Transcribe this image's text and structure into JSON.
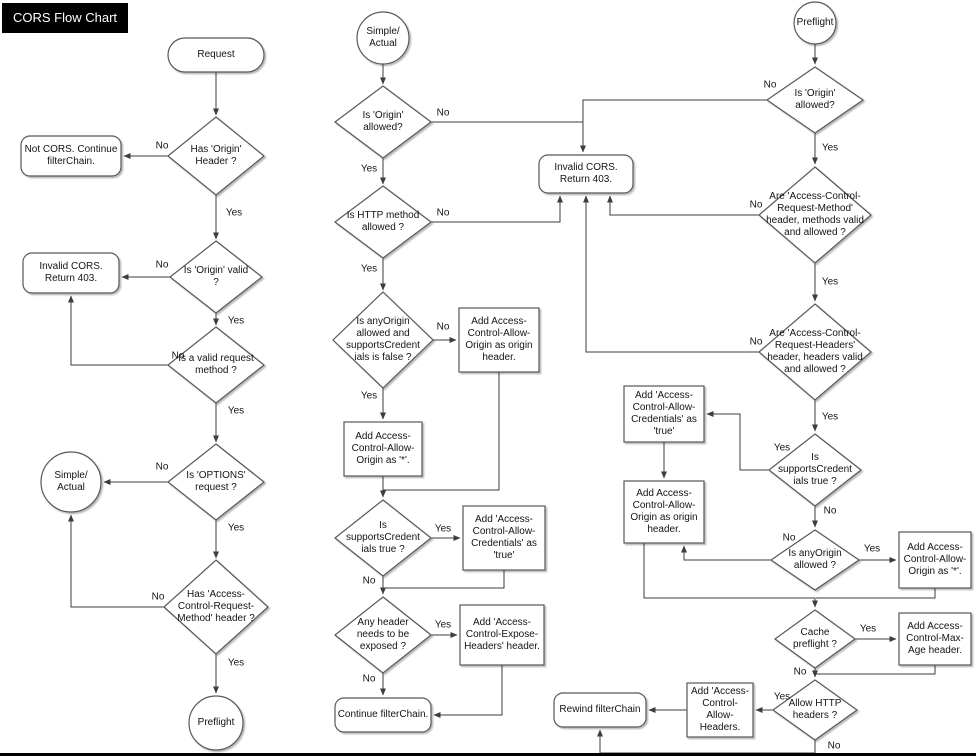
{
  "header": {
    "title": "CORS Flow Chart"
  },
  "colors": {
    "background": "#ffffff",
    "shape_fill": "#ffffff",
    "shape_stroke": "#585858",
    "connector": "#3d3d3d",
    "text": "#141414",
    "title_bg": "#000000",
    "title_fg": "#ffffff"
  },
  "diagram": {
    "nodes": {
      "request": {
        "shape": "terminator",
        "label": "Request"
      },
      "has-origin-header": {
        "shape": "diamond",
        "label": "Has 'Origin' Header ?"
      },
      "not-cors-continue": {
        "shape": "terminator",
        "label": "Not CORS. Continue filterChain."
      },
      "is-origin-valid": {
        "shape": "diamond",
        "label": "Is 'Origin' valid ?"
      },
      "invalid-cors-left": {
        "shape": "terminator",
        "label": "Invalid CORS. Return 403."
      },
      "is-valid-request-method": {
        "shape": "diamond",
        "label": "Is a valid request method ?"
      },
      "is-options-request": {
        "shape": "diamond",
        "label": "Is 'OPTIONS' request ?"
      },
      "simple-actual-end": {
        "shape": "circle",
        "label": "Simple/\nActual"
      },
      "has-acrm-header": {
        "shape": "diamond",
        "label": "Has 'Access-Control-Request-Method' header ?"
      },
      "preflight-end": {
        "shape": "circle",
        "label": "Preflight"
      },
      "simple-actual-start": {
        "shape": "circle",
        "label": "Simple/\nActual"
      },
      "is-origin-allowed-sa": {
        "shape": "diamond",
        "label": "Is 'Origin' allowed?"
      },
      "is-http-method-allowed": {
        "shape": "diamond",
        "label": "Is HTTP method allowed ?"
      },
      "is-anyorigin-supportscreds": {
        "shape": "diamond",
        "label": "Is anyOrigin\nallowed and\nsupportsCredent\nials is false ?"
      },
      "add-origin-as-origin-sa": {
        "shape": "process",
        "label": "Add Access-Control-Allow-Origin as origin header."
      },
      "add-origin-as-star-sa": {
        "shape": "process",
        "label": "Add Access-Control-Allow-Origin as '*'."
      },
      "is-supportscreds-sa": {
        "shape": "diamond",
        "label": "Is\nsupportsCredent\nials true ?"
      },
      "add-creds-true-sa": {
        "shape": "process",
        "label": "Add 'Access-Control-Allow-Credentials' as 'true'"
      },
      "any-header-exposed": {
        "shape": "diamond",
        "label": "Any header needs to be exposed ?"
      },
      "add-expose-headers": {
        "shape": "process",
        "label": "Add 'Access-Control-Expose-Headers' header."
      },
      "continue-filterchain": {
        "shape": "terminator",
        "label": "Continue filterChain."
      },
      "invalid-cors-mid": {
        "shape": "terminator",
        "label": "Invalid CORS. Return 403."
      },
      "preflight-start": {
        "shape": "circle",
        "label": "Preflight"
      },
      "is-origin-allowed-pf": {
        "shape": "diamond",
        "label": "Is 'Origin' allowed?"
      },
      "acr-method-valid": {
        "shape": "diamond",
        "label": "Are 'Access-Control-Request-Method' header, methods  valid and allowed ?"
      },
      "acr-headers-valid": {
        "shape": "diamond",
        "label": "Are 'Access-Control-Request-Headers' header, headers valid and allowed ?"
      },
      "add-creds-true-pf": {
        "shape": "process",
        "label": "Add 'Access-Control-Allow-Credentials' as 'true'"
      },
      "is-supportscreds-pf": {
        "shape": "diamond",
        "label": "Is\nsupportsCredent\nials true ?"
      },
      "add-origin-as-origin-pf": {
        "shape": "process",
        "label": "Add Access-Control-Allow-Origin as origin header."
      },
      "is-anyorigin-allowed": {
        "shape": "diamond",
        "label": "Is anyOrigin allowed ?"
      },
      "add-origin-as-star-pf": {
        "shape": "process",
        "label": "Add Access-Control-Allow-Origin as '*'."
      },
      "cache-preflight": {
        "shape": "diamond",
        "label": "Cache preflight ?"
      },
      "add-max-age": {
        "shape": "process",
        "label": "Add Access-Control-Max-Age header."
      },
      "allow-http-headers": {
        "shape": "diamond",
        "label": "Allow HTTP headers ?"
      },
      "add-allow-headers": {
        "shape": "process",
        "label": "Add 'Access-Control-Allow-Headers."
      },
      "rewind-filterchain": {
        "shape": "terminator",
        "label": "Rewind filterChain"
      }
    },
    "edges": [
      {
        "from": "request",
        "to": "has-origin-header",
        "label": ""
      },
      {
        "from": "has-origin-header",
        "to": "not-cors-continue",
        "label": "No"
      },
      {
        "from": "has-origin-header",
        "to": "is-origin-valid",
        "label": "Yes"
      },
      {
        "from": "is-origin-valid",
        "to": "invalid-cors-left",
        "label": "No"
      },
      {
        "from": "is-origin-valid",
        "to": "is-valid-request-method",
        "label": "Yes"
      },
      {
        "from": "is-valid-request-method",
        "to": "invalid-cors-left",
        "label": "No"
      },
      {
        "from": "is-valid-request-method",
        "to": "is-options-request",
        "label": "Yes"
      },
      {
        "from": "is-options-request",
        "to": "simple-actual-end",
        "label": "No"
      },
      {
        "from": "is-options-request",
        "to": "has-acrm-header",
        "label": "Yes"
      },
      {
        "from": "has-acrm-header",
        "to": "simple-actual-end",
        "label": "No"
      },
      {
        "from": "has-acrm-header",
        "to": "preflight-end",
        "label": "Yes"
      },
      {
        "from": "simple-actual-start",
        "to": "is-origin-allowed-sa",
        "label": ""
      },
      {
        "from": "is-origin-allowed-sa",
        "to": "invalid-cors-mid",
        "label": "No"
      },
      {
        "from": "is-origin-allowed-sa",
        "to": "is-http-method-allowed",
        "label": "Yes"
      },
      {
        "from": "is-http-method-allowed",
        "to": "invalid-cors-mid",
        "label": "No"
      },
      {
        "from": "is-http-method-allowed",
        "to": "is-anyorigin-supportscreds",
        "label": "Yes"
      },
      {
        "from": "is-anyorigin-supportscreds",
        "to": "add-origin-as-origin-sa",
        "label": "No"
      },
      {
        "from": "is-anyorigin-supportscreds",
        "to": "add-origin-as-star-sa",
        "label": "Yes"
      },
      {
        "from": "add-origin-as-origin-sa",
        "to": "is-supportscreds-sa",
        "label": ""
      },
      {
        "from": "add-origin-as-star-sa",
        "to": "is-supportscreds-sa",
        "label": ""
      },
      {
        "from": "is-supportscreds-sa",
        "to": "add-creds-true-sa",
        "label": "Yes"
      },
      {
        "from": "is-supportscreds-sa",
        "to": "any-header-exposed",
        "label": "No"
      },
      {
        "from": "add-creds-true-sa",
        "to": "any-header-exposed",
        "label": ""
      },
      {
        "from": "any-header-exposed",
        "to": "add-expose-headers",
        "label": "Yes"
      },
      {
        "from": "any-header-exposed",
        "to": "continue-filterchain",
        "label": "No"
      },
      {
        "from": "add-expose-headers",
        "to": "continue-filterchain",
        "label": ""
      },
      {
        "from": "preflight-start",
        "to": "is-origin-allowed-pf",
        "label": ""
      },
      {
        "from": "is-origin-allowed-pf",
        "to": "invalid-cors-mid",
        "label": "No"
      },
      {
        "from": "is-origin-allowed-pf",
        "to": "acr-method-valid",
        "label": "Yes"
      },
      {
        "from": "acr-method-valid",
        "to": "invalid-cors-mid",
        "label": "No"
      },
      {
        "from": "acr-method-valid",
        "to": "acr-headers-valid",
        "label": "Yes"
      },
      {
        "from": "acr-headers-valid",
        "to": "invalid-cors-mid",
        "label": "No"
      },
      {
        "from": "acr-headers-valid",
        "to": "is-supportscreds-pf",
        "label": "Yes"
      },
      {
        "from": "is-supportscreds-pf",
        "to": "add-creds-true-pf",
        "label": "Yes"
      },
      {
        "from": "is-supportscreds-pf",
        "to": "is-anyorigin-allowed",
        "label": "No"
      },
      {
        "from": "add-creds-true-pf",
        "to": "add-origin-as-origin-pf",
        "label": ""
      },
      {
        "from": "is-anyorigin-allowed",
        "to": "add-origin-as-star-pf",
        "label": "Yes"
      },
      {
        "from": "is-anyorigin-allowed",
        "to": "add-origin-as-origin-pf",
        "label": "No"
      },
      {
        "from": "add-origin-as-origin-pf",
        "to": "cache-preflight",
        "label": ""
      },
      {
        "from": "add-origin-as-star-pf",
        "to": "cache-preflight",
        "label": ""
      },
      {
        "from": "cache-preflight",
        "to": "add-max-age",
        "label": "Yes"
      },
      {
        "from": "cache-preflight",
        "to": "allow-http-headers",
        "label": "No"
      },
      {
        "from": "add-max-age",
        "to": "allow-http-headers",
        "label": ""
      },
      {
        "from": "allow-http-headers",
        "to": "add-allow-headers",
        "label": "Yes"
      },
      {
        "from": "add-allow-headers",
        "to": "rewind-filterchain",
        "label": ""
      },
      {
        "from": "allow-http-headers",
        "to": "rewind-filterchain",
        "label": "No"
      }
    ]
  }
}
